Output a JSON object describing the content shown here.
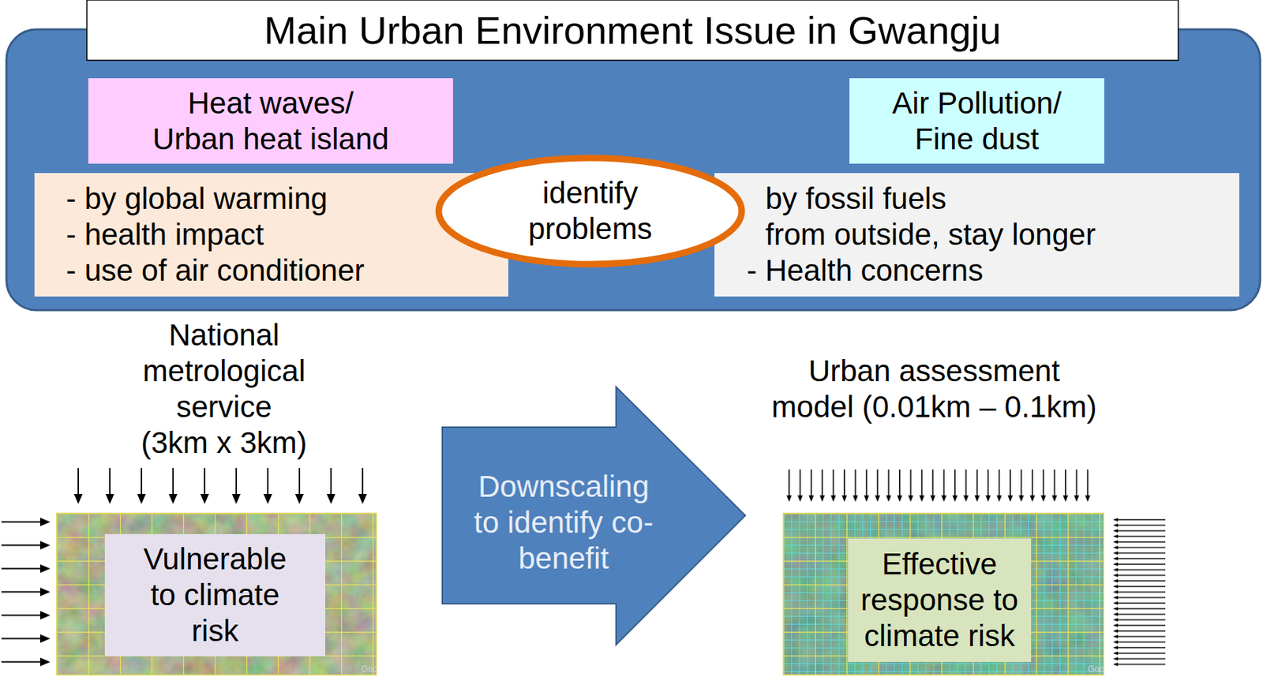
{
  "diagram": {
    "title": "Main Urban Environment Issue in Gwangju",
    "nodes": [
      {
        "text": [
          "Heat waves/ Urban heat island"
        ]
      },
      {
        "text": [
          "Air Pollution/ Fine dust"
        ]
      },
      {
        "text": [
          "- by global warming",
          "- health impact",
          "- use of air conditioner"
        ]
      },
      {
        "text": [
          "identify problems"
        ]
      },
      {
        "text": [
          "by fossil fuels",
          "from outside, stay longer",
          "- Health concerns"
        ]
      },
      {
        "text": [
          "National metrological service (3km x 3km)"
        ]
      },
      {
        "text": [
          "Vulnerable to climate risk"
        ],
        "in": 5
      },
      {
        "text": [
          "Downscaling to identify co-benefit"
        ]
      },
      {
        "text": [
          "Urban assessment model (0.01km – 0.1km)"
        ]
      },
      {
        "text": [
          "Effective response to climate risk"
        ],
        "in": 8
      }
    ],
    "labels": [
      "Goo",
      "Goo"
    ]
  }
}
